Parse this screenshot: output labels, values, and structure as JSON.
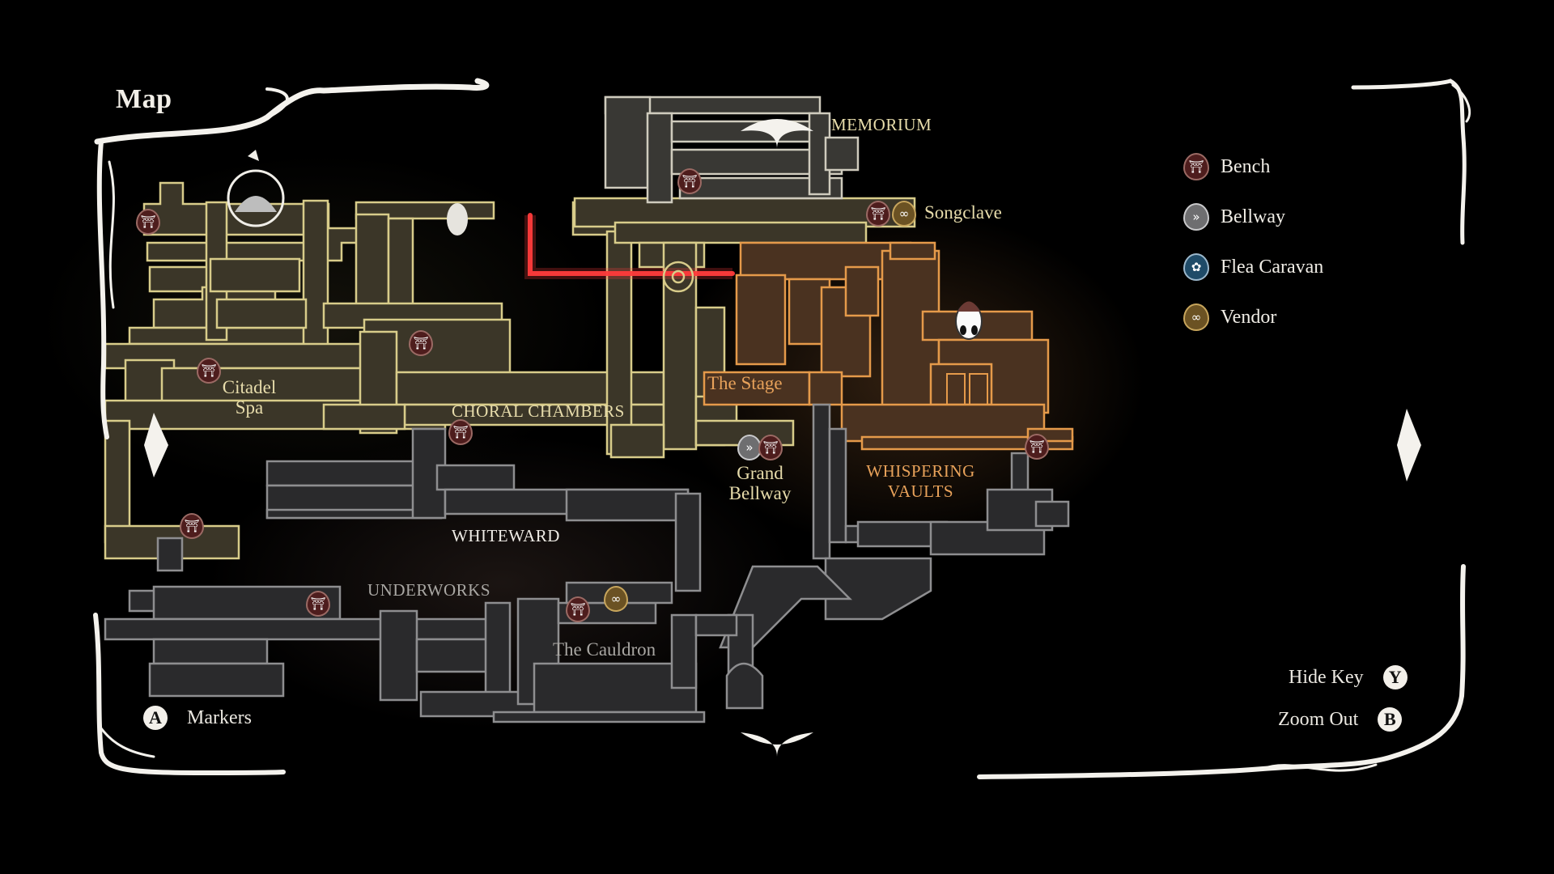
{
  "header": {
    "title": "Map"
  },
  "regions": {
    "memorium": "MEMORIUM",
    "choral_chambers": "CHORAL CHAMBERS",
    "whiteward": "WHITEWARD",
    "underworks": "UNDERWORKS",
    "whispering_vaults_1": "WHISPERING",
    "whispering_vaults_2": "VAULTS"
  },
  "places": {
    "songclave": "Songclave",
    "citadel_spa_1": "Citadel",
    "citadel_spa_2": "Spa",
    "the_stage": "The Stage",
    "grand_bellway_1": "Grand",
    "grand_bellway_2": "Bellway",
    "the_cauldron": "The Cauldron"
  },
  "legend": {
    "items": [
      {
        "label": "Bench",
        "icon": "bench-icon"
      },
      {
        "label": "Bellway",
        "icon": "bellway-icon"
      },
      {
        "label": "Flea Caravan",
        "icon": "flea-caravan-icon"
      },
      {
        "label": "Vendor",
        "icon": "vendor-icon"
      }
    ]
  },
  "controls": {
    "markers": {
      "button": "A",
      "label": "Markers"
    },
    "hide_key": {
      "button": "Y",
      "label": "Hide Key"
    },
    "zoom_out": {
      "button": "B",
      "label": "Zoom Out"
    }
  },
  "colors": {
    "explored_fill": "#3b3628",
    "explored_outline": "#d8cc8a",
    "current_area_fill": "#4a3220",
    "current_area_outline": "#e59a4a",
    "unexplored_fill": "#2a2a2c",
    "unexplored_outline": "#8e8e90",
    "route_line": "#ff3b3b",
    "bench": "#4e1d1d",
    "bellway": "#6e6e70",
    "flea": "#1f4b68",
    "vendor": "#6b5223"
  }
}
